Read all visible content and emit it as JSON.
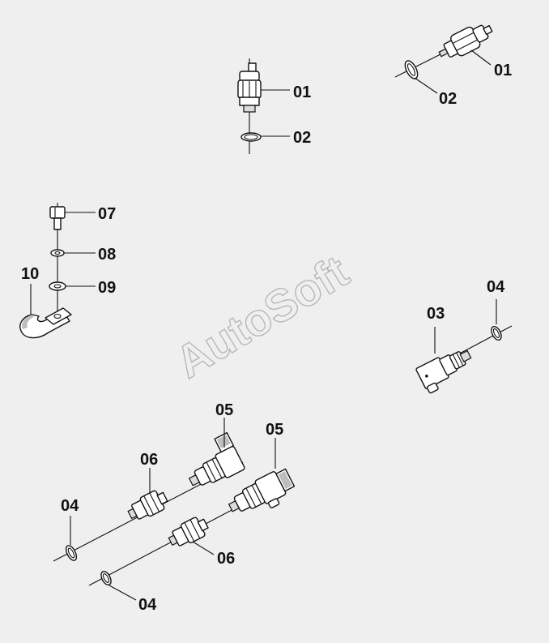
{
  "watermark": "AutoSoft",
  "labels": {
    "top_center_01": "01",
    "top_center_02": "02",
    "top_right_01": "01",
    "top_right_02": "02",
    "bracket_07": "07",
    "bracket_08": "08",
    "bracket_09": "09",
    "bracket_10": "10",
    "right_03": "03",
    "right_04": "04",
    "lower_05a": "05",
    "lower_05b": "05",
    "lower_06a": "06",
    "lower_06b": "06",
    "lower_04a": "04",
    "lower_04b": "04"
  },
  "colors": {
    "background": "#efefef",
    "line": "#111111",
    "watermark": "#b4b4b4"
  }
}
